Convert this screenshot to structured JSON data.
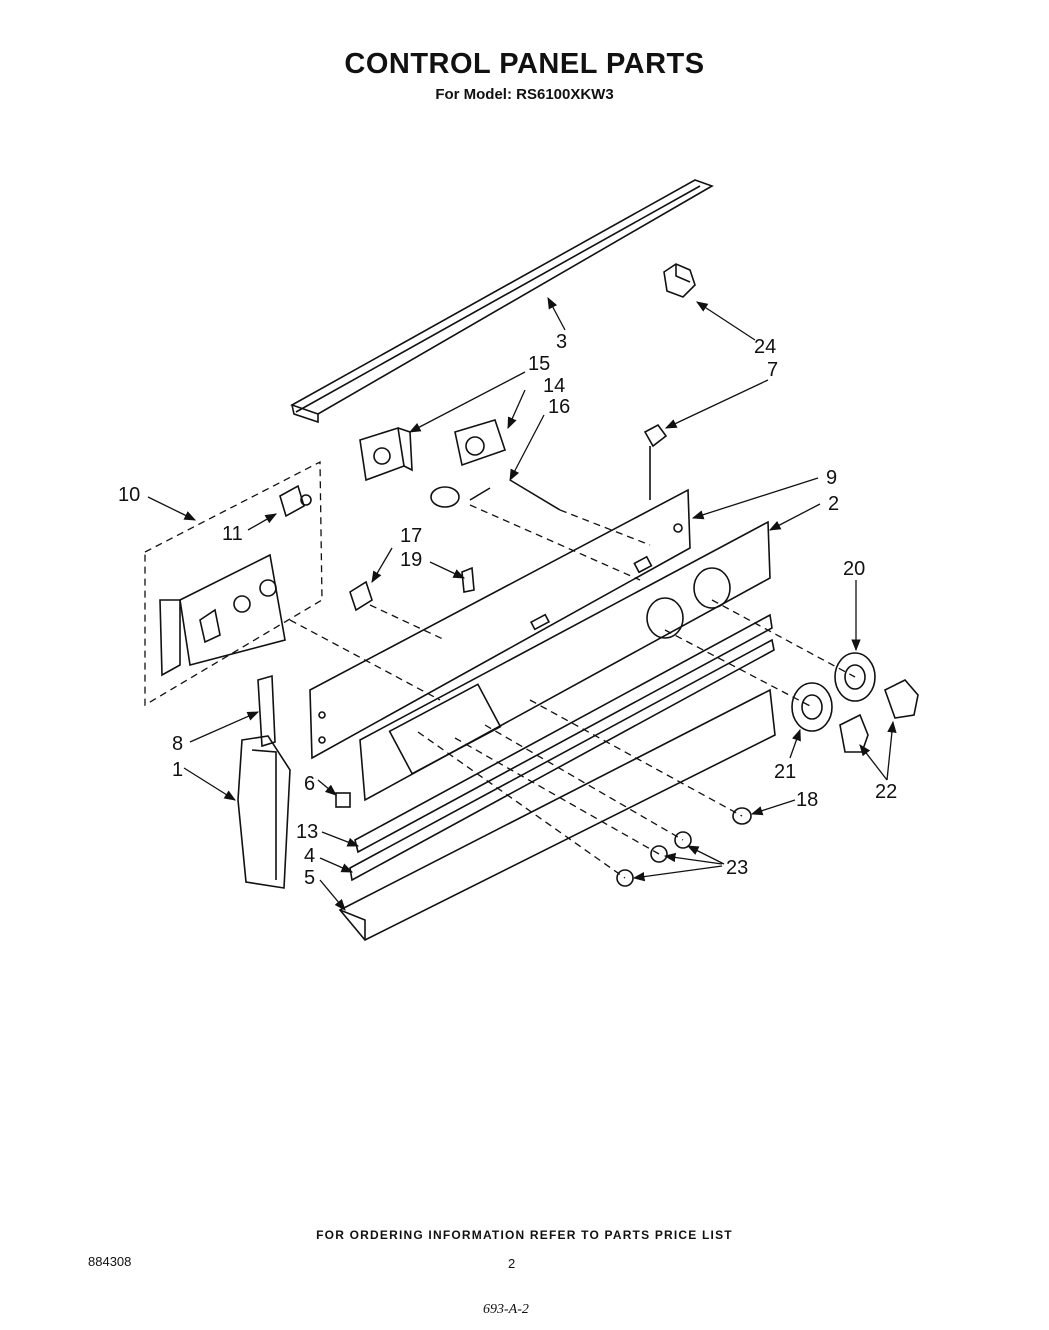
{
  "header": {
    "title": "CONTROL PANEL PARTS",
    "subtitle": "For Model: RS6100XKW3"
  },
  "callouts": [
    {
      "id": "c3",
      "text": "3"
    },
    {
      "id": "c15",
      "text": "15"
    },
    {
      "id": "c14",
      "text": "14"
    },
    {
      "id": "c16",
      "text": "16"
    },
    {
      "id": "c24",
      "text": "24"
    },
    {
      "id": "c7",
      "text": "7"
    },
    {
      "id": "c10",
      "text": "10"
    },
    {
      "id": "c11",
      "text": "11"
    },
    {
      "id": "c9",
      "text": "9"
    },
    {
      "id": "c2",
      "text": "2"
    },
    {
      "id": "c17",
      "text": "17"
    },
    {
      "id": "c19",
      "text": "19"
    },
    {
      "id": "c20",
      "text": "20"
    },
    {
      "id": "c8",
      "text": "8"
    },
    {
      "id": "c1",
      "text": "1"
    },
    {
      "id": "c6",
      "text": "6"
    },
    {
      "id": "c21",
      "text": "21"
    },
    {
      "id": "c22",
      "text": "22"
    },
    {
      "id": "c18",
      "text": "18"
    },
    {
      "id": "c13",
      "text": "13"
    },
    {
      "id": "c4",
      "text": "4"
    },
    {
      "id": "c5",
      "text": "5"
    },
    {
      "id": "c23",
      "text": "23"
    }
  ],
  "footer": {
    "note": "FOR ORDERING INFORMATION REFER TO PARTS PRICE LIST",
    "doc_number": "884308",
    "page": "2",
    "code": "693-A-2"
  }
}
